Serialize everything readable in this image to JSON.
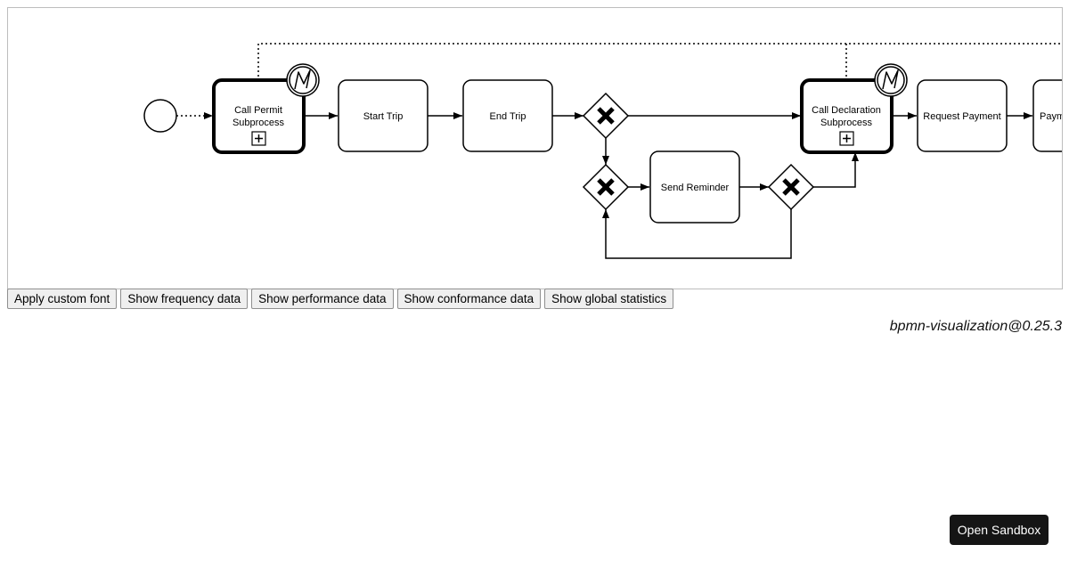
{
  "diagram": {
    "tasks": {
      "call_permit": [
        "Call Permit",
        "Subprocess"
      ],
      "start_trip": "Start Trip",
      "end_trip": "End Trip",
      "send_reminder": "Send Reminder",
      "call_declaration": [
        "Call Declaration",
        "Subprocess"
      ],
      "request_payment": "Request Payment",
      "payment_partial": "Paym"
    }
  },
  "toolbar": {
    "buttons": [
      "Apply custom font",
      "Show frequency data",
      "Show performance data",
      "Show conformance data",
      "Show global statistics"
    ]
  },
  "version": "bpmn-visualization@0.25.3",
  "sandbox": {
    "label": "Open Sandbox"
  }
}
